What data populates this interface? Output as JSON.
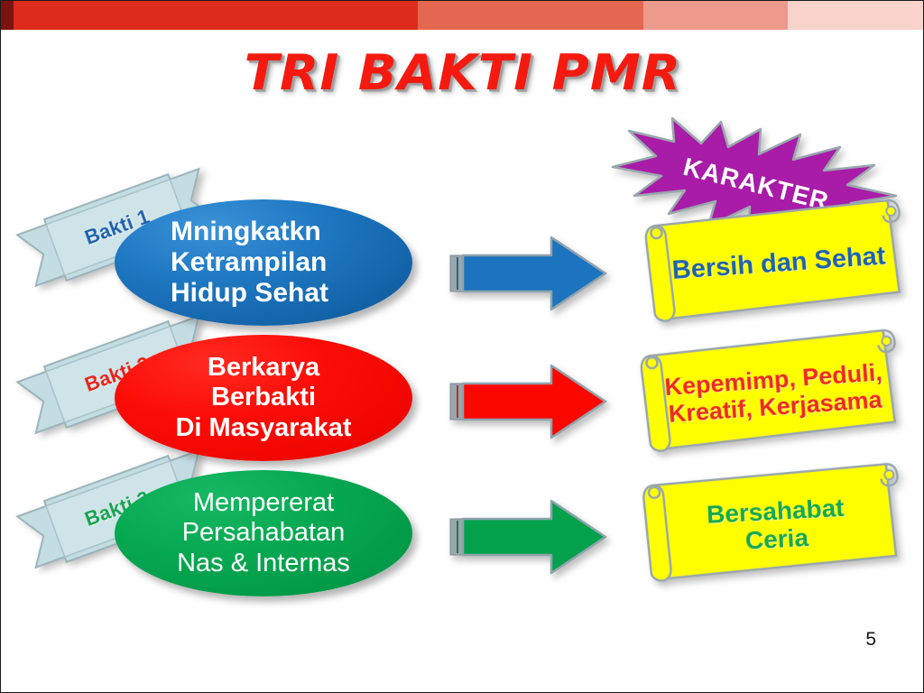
{
  "slide": {
    "title": "TRI BAKTI PMR",
    "page_number": "5"
  },
  "topbar": {
    "segments": [
      {
        "name": "segment-dark",
        "color": "#7a1410"
      },
      {
        "name": "segment-1",
        "color": "#dd2b1c"
      },
      {
        "name": "segment-2",
        "color": "#e4674f"
      },
      {
        "name": "segment-3",
        "color": "#eb9a8b"
      },
      {
        "name": "segment-4",
        "color": "#f7d3cc"
      }
    ]
  },
  "colors": {
    "title_red": "#f41a10",
    "blue": "#1f78c2",
    "red": "#fb0d06",
    "green": "#07a952",
    "ribbon_fill": "#c3dde3",
    "scroll_yellow": "#ffff00",
    "starburst_purple": "#a81ca8",
    "arrow_tail_gray": "#9aa7ad"
  },
  "ribbons": [
    {
      "label": "Bakti 1",
      "text_color": "#1f62ad"
    },
    {
      "label": "Bakti 2",
      "text_color": "#e8231a"
    },
    {
      "label": "Bakti 3",
      "text_color": "#16a44e"
    }
  ],
  "ellipses": [
    {
      "name": "ellipse-blue",
      "lines": [
        "Mningkatkn",
        "Ketrampilan",
        "Hidup Sehat"
      ],
      "fill": "#1f78c2",
      "text_color": "#ffffff"
    },
    {
      "name": "ellipse-red",
      "lines": [
        "Berkarya",
        "Berbakti",
        "Di Masyarakat"
      ],
      "fill": "#fb0d06",
      "text_color": "#ffffff"
    },
    {
      "name": "ellipse-green",
      "lines": [
        "Mempererat",
        "Persahabatan",
        "Nas & Internas"
      ],
      "fill": "#07a952",
      "text_color": "#ffffff"
    }
  ],
  "arrows": [
    {
      "name": "arrow-blue",
      "fill": "#1b74bd"
    },
    {
      "name": "arrow-red",
      "fill": "#fa0800"
    },
    {
      "name": "arrow-green",
      "fill": "#04a14d"
    }
  ],
  "starburst": {
    "label": "KARAKTER",
    "fill": "#a81ca8",
    "text_color": "#ffffff"
  },
  "scrolls": [
    {
      "name": "scroll-bersih-dan-sehat",
      "lines": [
        "Bersih dan Sehat"
      ],
      "fill": "#ffff00",
      "text_color": "#1f62ad"
    },
    {
      "name": "scroll-kepemimpinan",
      "lines": [
        "Kepemimp, Peduli,",
        "Kreatif, Kerjasama"
      ],
      "fill": "#ffff00",
      "text_color": "#ef2a22"
    },
    {
      "name": "scroll-bersahabat-ceria",
      "lines": [
        "Bersahabat",
        "Ceria"
      ],
      "fill": "#ffff00",
      "text_color": "#18a84f"
    }
  ]
}
